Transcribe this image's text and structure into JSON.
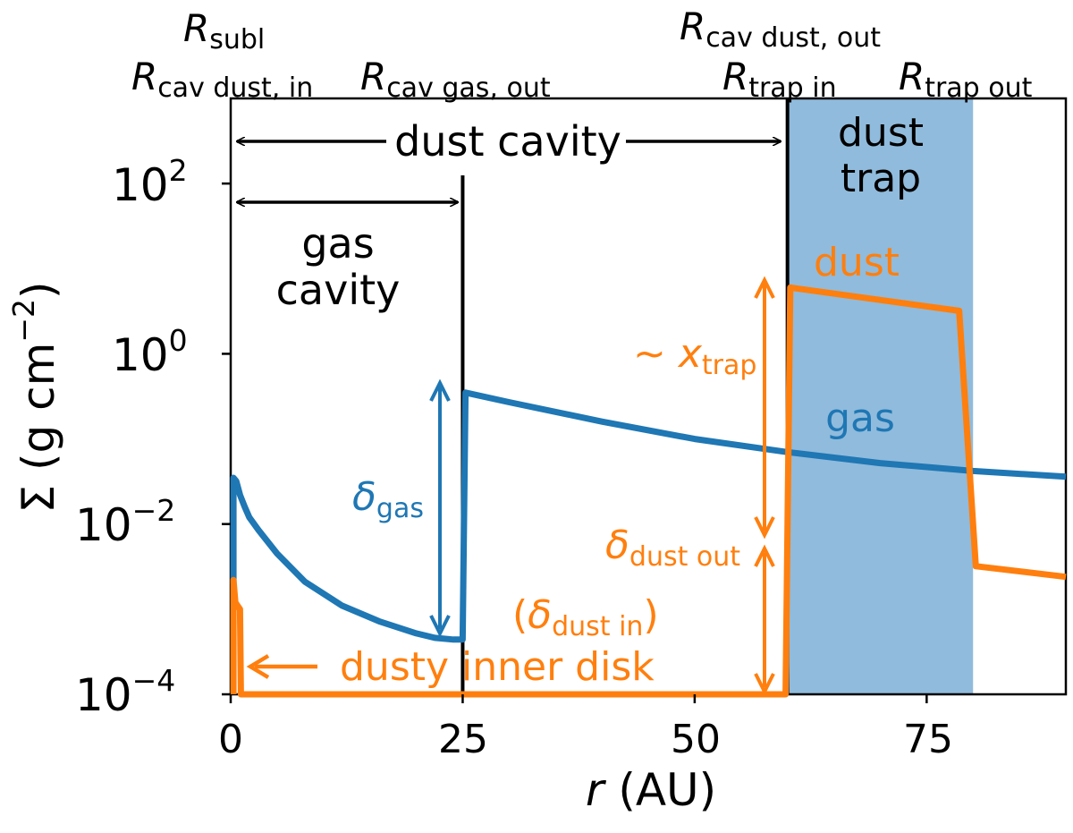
{
  "chart_data": {
    "type": "line",
    "title": "",
    "xlabel": {
      "var": "r",
      "unit": " (AU)"
    },
    "ylabel": {
      "sym": "Σ (g cm",
      "sup": "−2",
      "close": ")"
    },
    "xlim": [
      0,
      90
    ],
    "ylim_log10": [
      -4,
      3
    ],
    "yscale": "log",
    "x_ticks": [
      {
        "value": 0,
        "label": "0"
      },
      {
        "value": 25,
        "label": "25"
      },
      {
        "value": 50,
        "label": "50"
      },
      {
        "value": 75,
        "label": "75"
      }
    ],
    "y_ticks": [
      {
        "value": 0.0001,
        "base": "10",
        "exp": "−4"
      },
      {
        "value": 0.01,
        "base": "10",
        "exp": "−2"
      },
      {
        "value": 1,
        "base": "10",
        "exp": "0"
      },
      {
        "value": 100,
        "base": "10",
        "exp": "2"
      }
    ],
    "series": [
      {
        "name": "gas",
        "color": "#1f77b4",
        "x": [
          0.3,
          0.3,
          0.6,
          1,
          1.5,
          2,
          3,
          5,
          8,
          12,
          16,
          20,
          22,
          24,
          25,
          25.3,
          30,
          40,
          50,
          60,
          70,
          80,
          90
        ],
        "y": [
          0.002,
          0.035,
          0.032,
          0.022,
          0.016,
          0.012,
          0.0085,
          0.0045,
          0.0021,
          0.0011,
          0.00072,
          0.00052,
          0.00046,
          0.00044,
          0.00044,
          0.35,
          0.27,
          0.16,
          0.1,
          0.07,
          0.052,
          0.042,
          0.036
        ]
      },
      {
        "name": "dust",
        "color": "#ff7f0e",
        "x": [
          0.3,
          0.3,
          0.5,
          1.0,
          1.1,
          1.1,
          59.8,
          60.3,
          78.5,
          80.3,
          90
        ],
        "y": [
          0.0001,
          0.0022,
          0.0012,
          0.001,
          0.0001,
          0.0001,
          0.0001,
          6.0,
          3.2,
          0.0032,
          0.0024
        ]
      }
    ],
    "shaded_region": {
      "x": [
        60,
        80
      ],
      "color": "#90bbdc"
    },
    "vertical_lines": [
      25,
      60
    ],
    "annotations": {
      "top_labels": [
        {
          "R": "R",
          "sub": "subl",
          "x": 0
        },
        {
          "R": "R",
          "sub": "cav dust, in",
          "x": 0
        },
        {
          "R": "R",
          "sub": "cav gas, out",
          "x": 25
        },
        {
          "R": "R",
          "sub": "cav dust, out",
          "x": 60
        },
        {
          "R": "R",
          "sub": "trap in",
          "x": 60
        },
        {
          "R": "R",
          "sub": "trap out",
          "x": 80
        }
      ],
      "dust_cavity": "dust cavity",
      "gas_cavity_line1": "gas",
      "gas_cavity_line2": "cavity",
      "dust_trap_line1": "dust",
      "dust_trap_line2": "trap",
      "dust_label": "dust",
      "gas_label": "gas",
      "delta_gas": {
        "sym": "δ",
        "sub": "gas"
      },
      "x_trap": {
        "pre": "~ ",
        "sym": "x",
        "sub": "trap"
      },
      "delta_dust_out": {
        "sym": "δ",
        "sub": "dust out"
      },
      "delta_dust_in": {
        "open": "(",
        "sym": "δ",
        "sub": "dust in",
        "close": ")"
      },
      "dusty_inner_disk": "dusty inner disk"
    }
  }
}
